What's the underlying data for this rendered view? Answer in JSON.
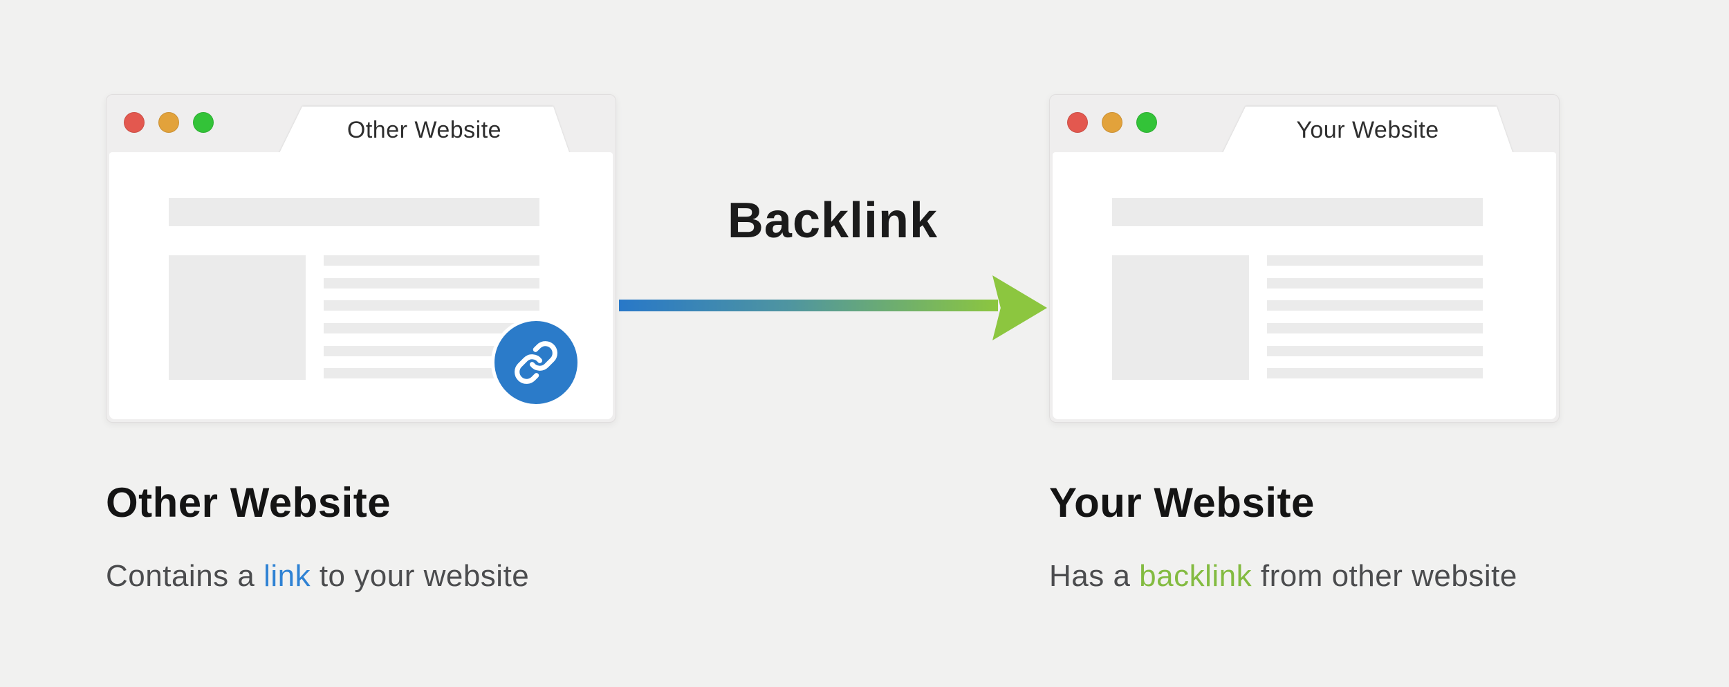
{
  "background_color": "#f1f1f0",
  "windows": {
    "left": {
      "tab_title": "Other Website"
    },
    "right": {
      "tab_title": "Your Website"
    }
  },
  "traffic_lights": {
    "red": "#e3584f",
    "yellow": "#e2a23b",
    "green": "#33c338"
  },
  "link_badge": {
    "icon": "link-icon",
    "color": "#2b7bc9"
  },
  "arrow": {
    "label": "Backlink",
    "gradient_start": "#2878c8",
    "gradient_end": "#8cc63f"
  },
  "captions": {
    "left": {
      "title": "Other Website",
      "pre": "Contains a ",
      "highlight": "link",
      "post": " to your website",
      "highlight_color": "#2f82d4"
    },
    "right": {
      "title": "Your Website",
      "pre": "Has a ",
      "highlight": "backlink",
      "post": " from other website",
      "highlight_color": "#83bb41"
    }
  }
}
